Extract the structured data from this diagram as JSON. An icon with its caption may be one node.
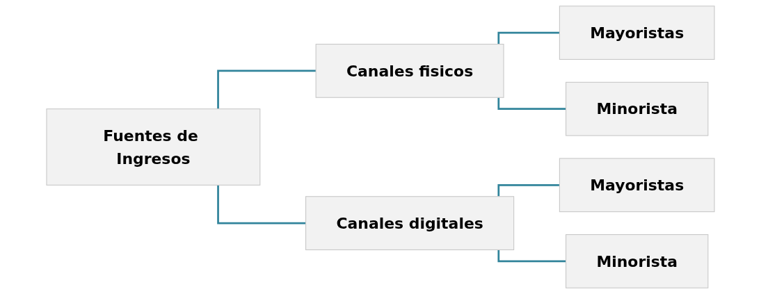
{
  "diagram": {
    "nodes": [
      {
        "text": [
          "Fuentes de Ingresos"
        ]
      },
      {
        "text": [
          "Canales fisicos"
        ]
      },
      {
        "text": [
          "Mayoristas"
        ]
      },
      {
        "text": [
          "Minorista"
        ]
      },
      {
        "text": [
          "Canales digitales"
        ]
      },
      {
        "text": [
          "Mayoristas"
        ]
      },
      {
        "text": [
          "Minorista"
        ]
      }
    ],
    "edges": [
      {
        "from": 0,
        "to": 1,
        "arrow": "none"
      },
      {
        "from": 0,
        "to": 4,
        "arrow": "none"
      },
      {
        "from": 1,
        "to": 2,
        "arrow": "none"
      },
      {
        "from": 1,
        "to": 3,
        "arrow": "none"
      },
      {
        "from": 4,
        "to": 5,
        "arrow": "none"
      },
      {
        "from": 4,
        "to": 6,
        "arrow": "none"
      }
    ]
  }
}
